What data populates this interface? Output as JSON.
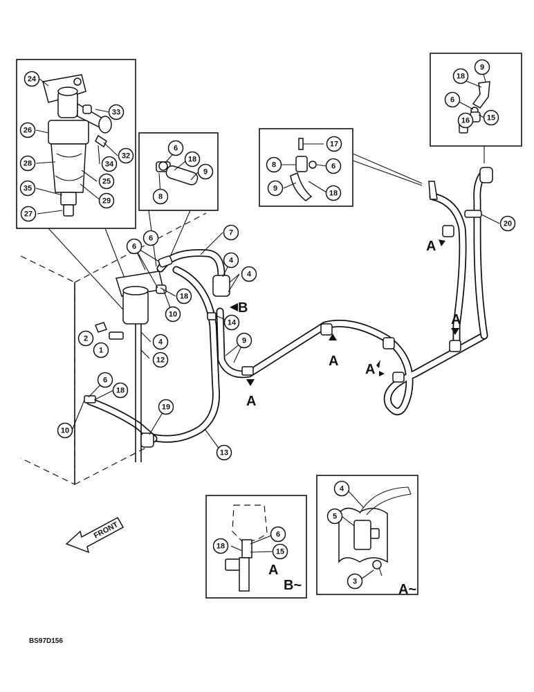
{
  "diagram": {
    "drawing_code": "BS97D156",
    "front_label": "FRONT",
    "view_labels": {
      "a": "A",
      "b": "B",
      "a_view": "A~",
      "b_view": "B~"
    },
    "callouts": {
      "main": [
        "7",
        "6",
        "4",
        "6",
        "18",
        "10",
        "14",
        "4",
        "9",
        "2",
        "1",
        "4",
        "12",
        "6",
        "18",
        "10",
        "19",
        "13",
        "20"
      ],
      "filter_detail": [
        "24",
        "33",
        "26",
        "32",
        "34",
        "28",
        "25",
        "35",
        "29",
        "27"
      ],
      "fitting_detail_left": [
        "6",
        "18",
        "9",
        "8"
      ],
      "fitting_detail_mid": [
        "17",
        "8",
        "6",
        "9",
        "18"
      ],
      "fitting_detail_right": [
        "18",
        "9",
        "6",
        "15",
        "16"
      ],
      "view_b": [
        "6",
        "18",
        "15"
      ],
      "view_a": [
        "4",
        "5",
        "3"
      ]
    }
  }
}
